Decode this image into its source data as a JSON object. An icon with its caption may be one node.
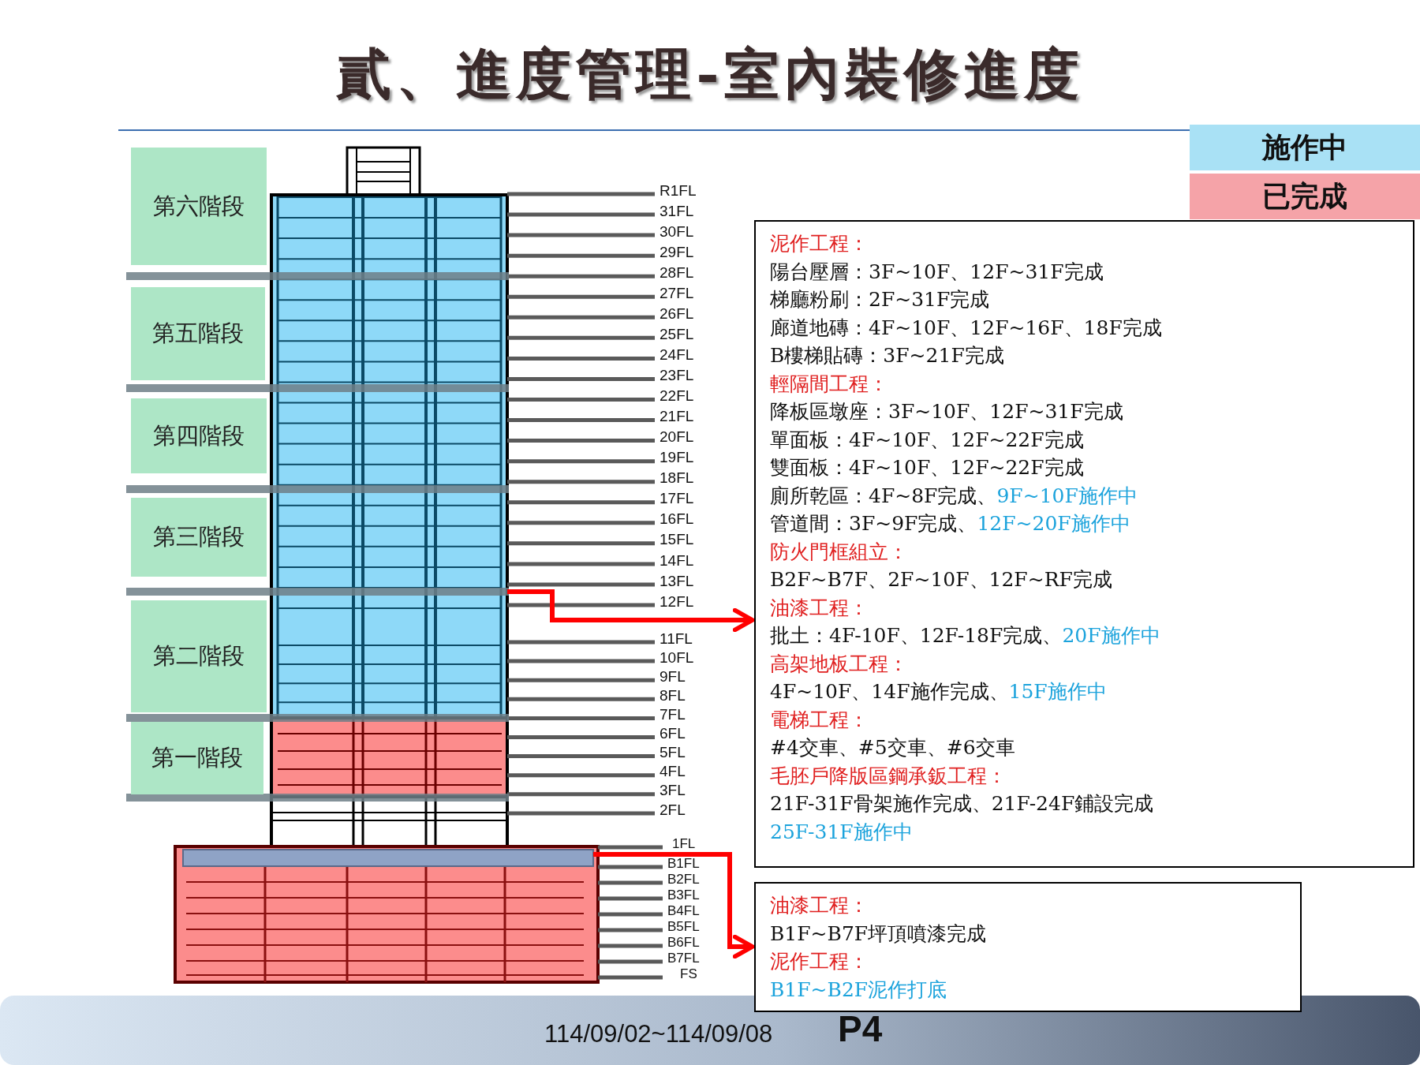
{
  "diagram": {
    "title": "貳、進度管理-室內裝修進度",
    "nodes": [
      {
        "text": [
          "第六階段"
        ]
      },
      {
        "text": [
          "第五階段"
        ]
      },
      {
        "text": [
          "第四階段"
        ]
      },
      {
        "text": [
          "第三階段"
        ]
      },
      {
        "text": [
          "第二階段"
        ]
      },
      {
        "text": [
          "第一階段"
        ]
      },
      {
        "text": [],
        "shape": "box"
      },
      {
        "text": [],
        "shape": "box"
      },
      {
        "text": [
          "泥作工程：",
          "陽台壓層：3F~10F、12F~31F完成",
          "梯廳粉刷：2F~31F完成",
          "廊道地磚：4F~10F、12F~16F、18F完成",
          "B樓梯貼磚：3F~21F完成",
          "輕隔間工程：",
          "降板區墩座：3F~10F、12F~31F完成",
          "單面板：4F~10F、12F~22F完成",
          "雙面板：4F~10F、12F~22F完成",
          "廁所乾區：4F~8F完成、",
          "9F~10F施作中",
          "管道間：3F~9F完成、",
          "12F~20F施作中",
          "防火門框組立：",
          "B2F~B7F、2F~10F、12F~RF完成",
          "油漆工程：",
          "批土：4F-10F、12F-18F完成、",
          "20F施作中",
          "高架地板工程：",
          "4F~10F、14F施作完成、",
          "15F施作中",
          "電梯工程：",
          "#4交車、#5交車、#6交車",
          "毛胚戶降版區鋼承鈑工程：",
          "21F-31F骨架施作完成、21F-24F鋪設完成",
          "25F-31F施作中"
        ]
      },
      {
        "text": [
          "油漆工程：",
          "B1F~B7F坪頂噴漆完成",
          "泥作工程：",
          "B1F~B2F泥作打底"
        ]
      }
    ],
    "edges": [
      {
        "from": 6,
        "to": 8,
        "arrow": "to"
      },
      {
        "from": 7,
        "to": 9,
        "arrow": "to"
      }
    ],
    "labels": [
      "R1FL",
      "31FL",
      "30FL",
      "29FL",
      "28FL",
      "27FL",
      "26FL",
      "25FL",
      "24FL",
      "23FL",
      "22FL",
      "21FL",
      "20FL",
      "19FL",
      "18FL",
      "17FL",
      "16FL",
      "15FL",
      "14FL",
      "13FL",
      "12FL",
      "11FL",
      "10FL",
      "9FL",
      "8FL",
      "7FL",
      "6FL",
      "5FL",
      "4FL",
      "3FL",
      "2FL",
      "1FL",
      "B1FL",
      "B2FL",
      "B3FL",
      "B4FL",
      "B5FL",
      "B6FL",
      "B7FL",
      "FS",
      "114/09/02~114/09/08",
      "P4"
    ],
    "legend": [
      {
        "text": "施作中",
        "color": "#a9e1f5"
      },
      {
        "text": "已完成",
        "color": "#f5a3a8"
      }
    ]
  }
}
